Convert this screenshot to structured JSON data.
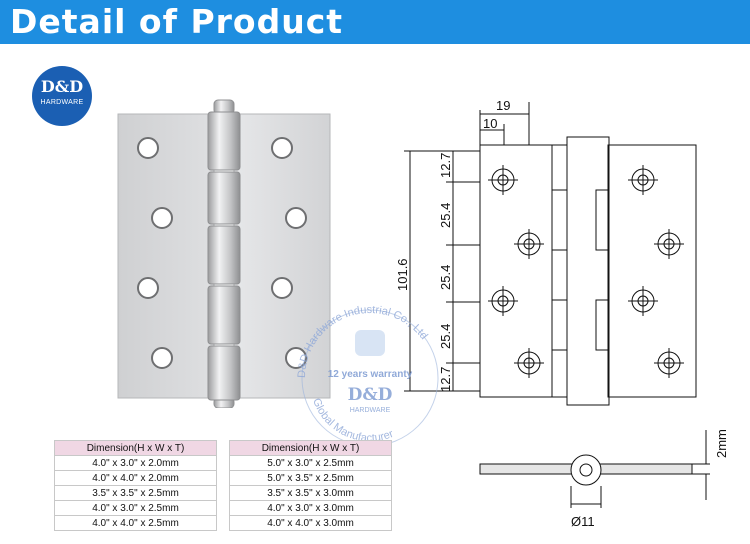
{
  "banner": {
    "title": "Detail of Product",
    "color": "#1e8ee0"
  },
  "logo": {
    "main": "D&D",
    "sub": "HARDWARE"
  },
  "drawing": {
    "top_width": "19",
    "top_offset": "10",
    "height_total": "101.6",
    "seg_edge_top": "12.7",
    "seg_1": "25.4",
    "seg_2": "25.4",
    "seg_3": "25.4",
    "seg_edge_bottom": "12.7",
    "thickness": "2mm",
    "knuckle_diameter": "Ø11"
  },
  "watermark": {
    "arc_top": "D&D Hardware Industrial Co., Ltd",
    "arc_bottom": "Global Manufacturer",
    "band": "12 years warranty",
    "main": "D&D",
    "sub": "HARDWARE"
  },
  "tables": [
    {
      "header": "Dimension(H x W x T)",
      "rows": [
        "4.0\" x 3.0\" x 2.0mm",
        "4.0\" x 4.0\" x 2.0mm",
        "3.5\" x 3.5\" x 2.5mm",
        "4.0\" x 3.0\" x 2.5mm",
        "4.0\" x 4.0\" x 2.5mm"
      ]
    },
    {
      "header": "Dimension(H x W x T)",
      "rows": [
        "5.0\" x 3.0\" x 2.5mm",
        "5.0\" x 3.5\" x 2.5mm",
        "3.5\" x 3.5\" x 3.0mm",
        "4.0\" x 3.0\" x 3.0mm",
        "4.0\" x 4.0\" x 3.0mm"
      ]
    }
  ]
}
